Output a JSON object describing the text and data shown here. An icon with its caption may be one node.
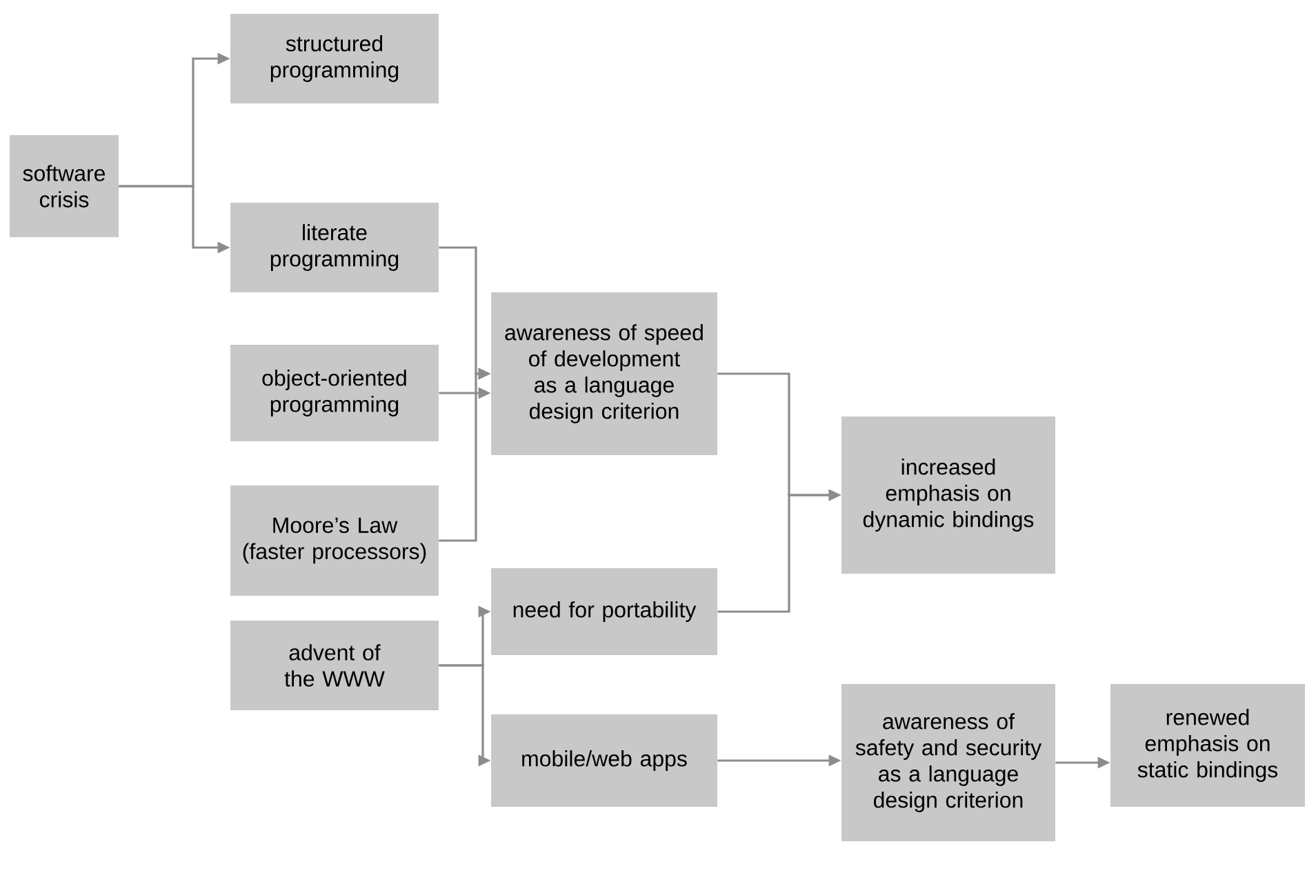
{
  "diagram": {
    "nodes": [
      {
        "text": [
          "software crisis"
        ]
      },
      {
        "text": [
          "structured programming"
        ]
      },
      {
        "text": [
          "literate programming"
        ]
      },
      {
        "text": [
          "object-oriented programming"
        ]
      },
      {
        "text": [
          "Moore’s Law (faster processors)"
        ]
      },
      {
        "text": [
          "advent of the WWW"
        ]
      },
      {
        "text": [
          "awareness of speed of development as a language design criterion"
        ]
      },
      {
        "text": [
          "need for portability"
        ]
      },
      {
        "text": [
          "mobile/web apps"
        ]
      },
      {
        "text": [
          "increased emphasis on dynamic bindings"
        ]
      },
      {
        "text": [
          "awareness of safety and security as a language design criterion"
        ]
      },
      {
        "text": [
          "renewed emphasis on static bindings"
        ]
      }
    ],
    "edges": [
      {
        "from": 0,
        "to": 1,
        "arrow": "to"
      },
      {
        "from": 0,
        "to": 2,
        "arrow": "to"
      },
      {
        "from": 2,
        "to": 6,
        "arrow": "to"
      },
      {
        "from": 3,
        "to": 6,
        "arrow": "to"
      },
      {
        "from": 4,
        "to": 6,
        "arrow": "to"
      },
      {
        "from": 6,
        "to": 9,
        "arrow": "to"
      },
      {
        "from": 7,
        "to": 9,
        "arrow": "to"
      },
      {
        "from": 5,
        "to": 7,
        "arrow": "to"
      },
      {
        "from": 5,
        "to": 8,
        "arrow": "to"
      },
      {
        "from": 8,
        "to": 10,
        "arrow": "to"
      },
      {
        "from": 10,
        "to": 11,
        "arrow": "to"
      }
    ]
  }
}
